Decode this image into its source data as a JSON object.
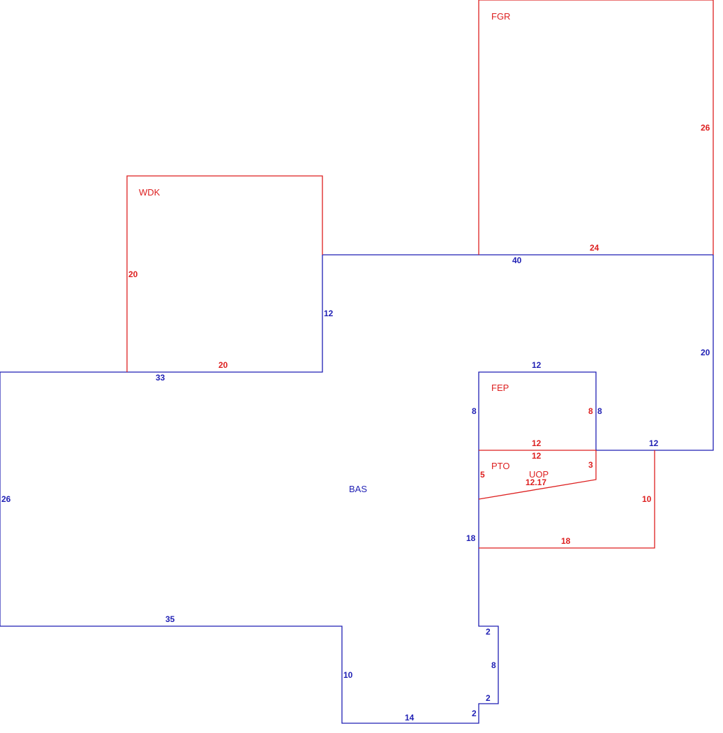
{
  "colors": {
    "blue": "#1f1fb4",
    "red": "#dd1f1f"
  },
  "areas": {
    "bas": "BAS",
    "wdk": "WDK",
    "fgr": "FGR",
    "fep": "FEP",
    "pto": "PTO",
    "uop": "UOP"
  },
  "dimensions": {
    "bas_top_right": "40",
    "bas_right": "20",
    "bas_step": "12",
    "bas_left_top": "33",
    "bas_left": "26",
    "bas_bottom_left": "35",
    "bas_notch_side": "10",
    "bas_bottom": "14",
    "bas_jog_lower": "2",
    "bas_jog_side_lower": "2",
    "bas_jog_right": "8",
    "bas_jog_upper": "2",
    "bas_inner_side": "18",
    "bas_right_bottom": "12",
    "fep_top": "12",
    "fep_left": "8",
    "fep_right_blue": "8",
    "fep_right_red": "8",
    "fep_bottom": "12",
    "wdk_left": "20",
    "wdk_bottom": "20",
    "fgr_right": "26",
    "fgr_bottom": "24",
    "pto_top": "12",
    "pto_left": "5",
    "pto_right": "3",
    "pto_diag": "12.17",
    "uop_right": "10",
    "uop_bottom": "18"
  }
}
